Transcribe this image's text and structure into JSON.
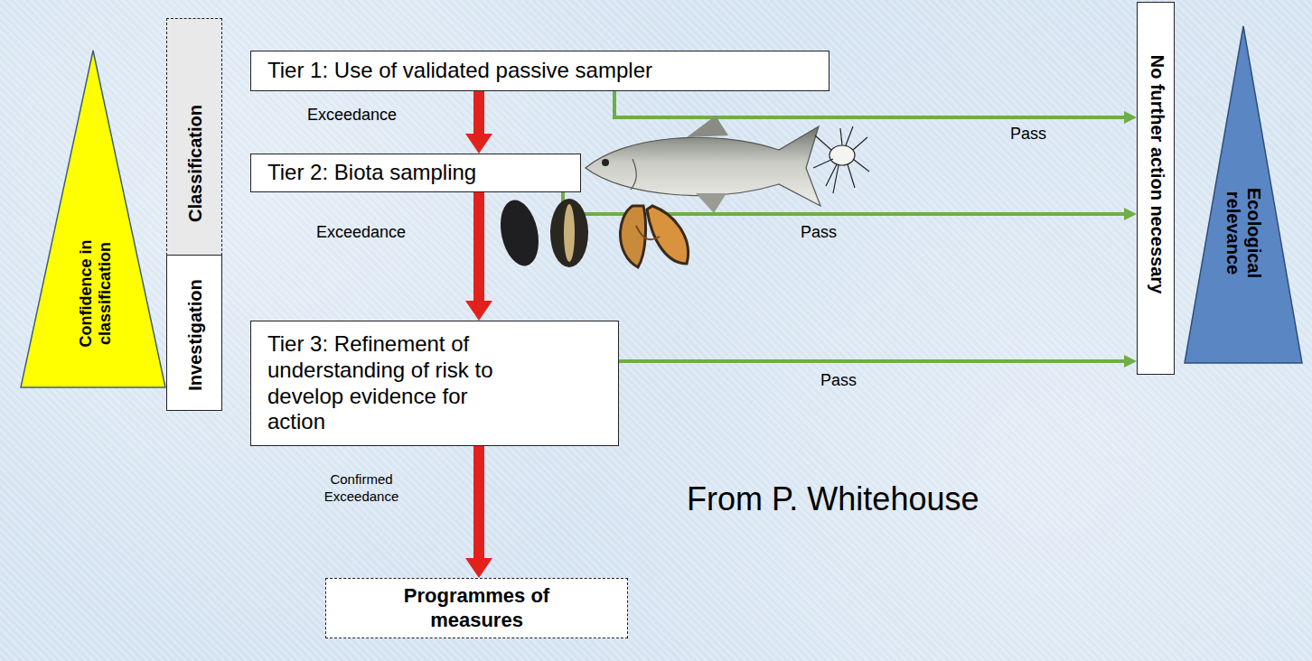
{
  "diagram": {
    "nodes": [
      {
        "text": [
          "Confidence in classification"
        ]
      },
      {
        "text": [
          "Classification"
        ]
      },
      {
        "text": [
          "Investigation"
        ]
      },
      {
        "text": [
          "Tier 1: Use of validated passive sampler"
        ]
      },
      {
        "text": [
          "Tier 2: Biota sampling"
        ]
      },
      {
        "text": [
          "Tier 3: Refinement of understanding of risk to develop evidence for action"
        ]
      },
      {
        "text": [
          "Programmes of measures"
        ]
      },
      {
        "text": [
          "No further action necessary"
        ]
      },
      {
        "text": [
          "Ecological relevance"
        ]
      }
    ],
    "edges": [
      {
        "from": 3,
        "to": 4,
        "arrow": "to",
        "label": "Exceedance"
      },
      {
        "from": 4,
        "to": 5,
        "arrow": "to",
        "label": "Exceedance"
      },
      {
        "from": 5,
        "to": 6,
        "arrow": "to",
        "label": "Confirmed Exceedance"
      },
      {
        "from": 3,
        "to": 7,
        "arrow": "to",
        "label": "Pass"
      },
      {
        "from": 4,
        "to": 7,
        "arrow": "to",
        "label": "Pass"
      },
      {
        "from": 5,
        "to": 7,
        "arrow": "to",
        "label": "Pass"
      }
    ],
    "labels": [
      "From P. Whitehouse"
    ]
  }
}
